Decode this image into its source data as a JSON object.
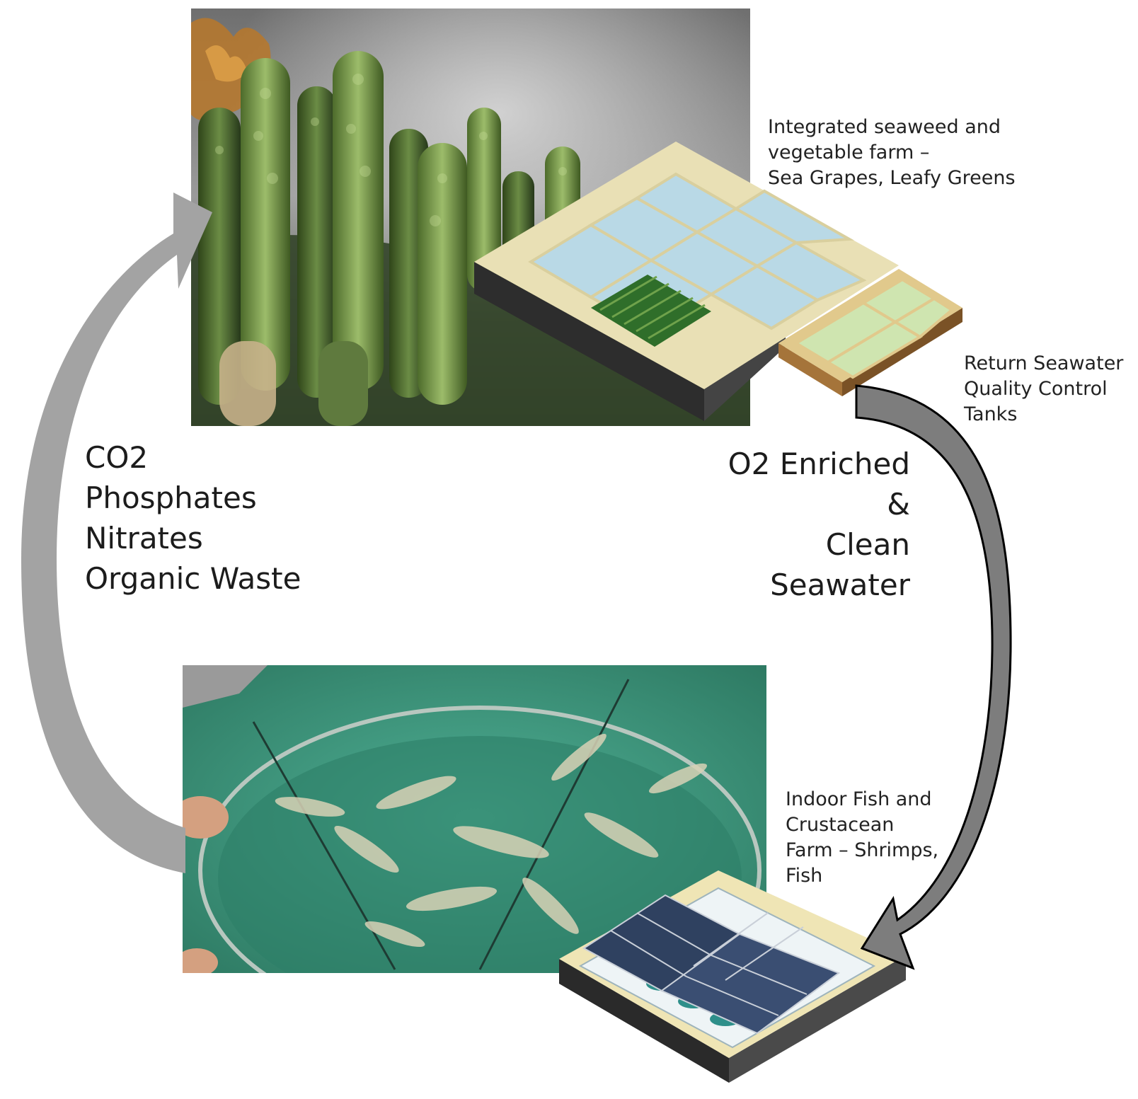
{
  "labels": {
    "seaweed_farm": [
      "Integrated seaweed and",
      "vegetable farm –",
      "Sea Grapes, Leafy Greens"
    ],
    "return_tanks": [
      "Return Seawater",
      "Quality Control",
      "Tanks"
    ],
    "fish_farm": [
      "Indoor  Fish and",
      "Crustacean",
      "Farm – Shrimps,",
      "Fish"
    ]
  },
  "flows": {
    "waste": [
      "CO2",
      "Phosphates",
      "Nitrates",
      "Organic Waste"
    ],
    "clean": [
      "O2 Enriched",
      "&",
      "Clean",
      "Seawater"
    ]
  },
  "colors": {
    "gray_arrow": "#a3a3a3",
    "dark_arrow": "#7d7d7d",
    "seaweed_green": "#5e8a3a",
    "tank_water": "#b9d9e6",
    "pond_green": "#3f9f86"
  },
  "photos": {
    "top": "seaweed-photo (sea grapes)",
    "bottom": "shrimp-net-photo"
  }
}
